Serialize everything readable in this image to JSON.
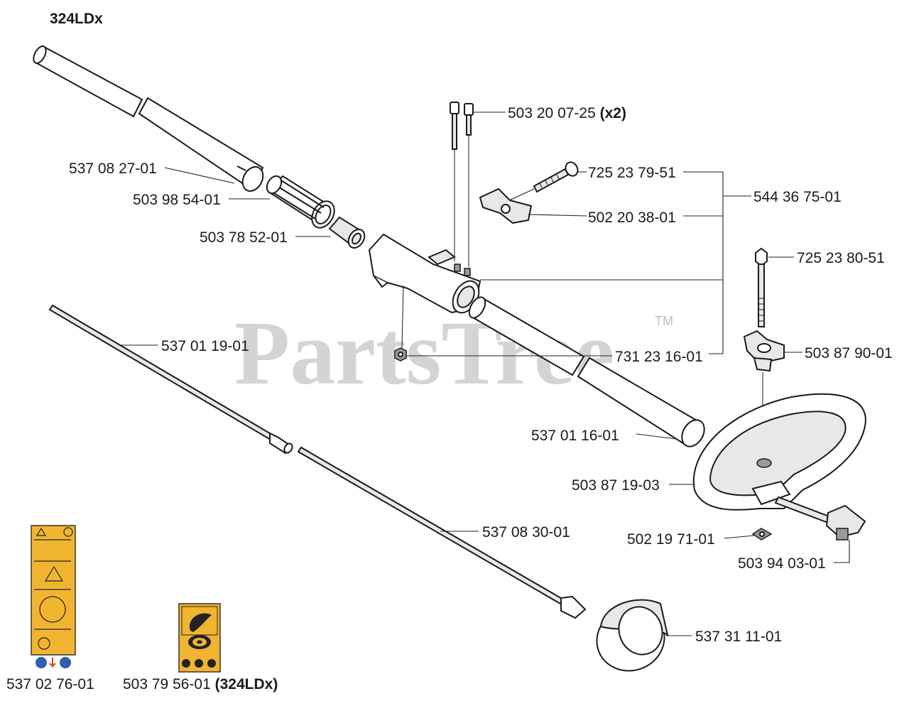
{
  "title": "324LDx",
  "watermark": {
    "text": "PartsTree",
    "trademark": "TM"
  },
  "parts": [
    {
      "id": "tube-upper",
      "number": "537 08 27-01"
    },
    {
      "id": "bushing",
      "number": "503 98 54-01"
    },
    {
      "id": "coupler",
      "number": "503 78 52-01"
    },
    {
      "id": "screws",
      "number": "503 20 07-25",
      "qty": "(x2)"
    },
    {
      "id": "bolt-knob",
      "number": "725 23 79-51"
    },
    {
      "id": "knob",
      "number": "502 20 38-01"
    },
    {
      "id": "assembly",
      "number": "544 36 75-01"
    },
    {
      "id": "bolt-handle",
      "number": "725 23 80-51"
    },
    {
      "id": "drive-shaft",
      "number": "537 01 19-01"
    },
    {
      "id": "nut",
      "number": "731 23 16-01"
    },
    {
      "id": "wing-knob",
      "number": "503 87 90-01"
    },
    {
      "id": "tube-lower",
      "number": "537 01 16-01"
    },
    {
      "id": "handle",
      "number": "503 87 19-03"
    },
    {
      "id": "flex-shaft",
      "number": "537 08 30-01"
    },
    {
      "id": "square-nut",
      "number": "502 19 71-01"
    },
    {
      "id": "clamp",
      "number": "503 94 03-01"
    },
    {
      "id": "guard",
      "number": "537 31 11-01"
    },
    {
      "id": "decal-warning",
      "number": "537 02 76-01"
    },
    {
      "id": "decal-trimmer",
      "number": "503 79 56-01",
      "model": "(324LDx)"
    }
  ],
  "colors": {
    "decal": "#f2b531",
    "ink": "#1a1a1a",
    "watermark": "#d4d4d4"
  }
}
